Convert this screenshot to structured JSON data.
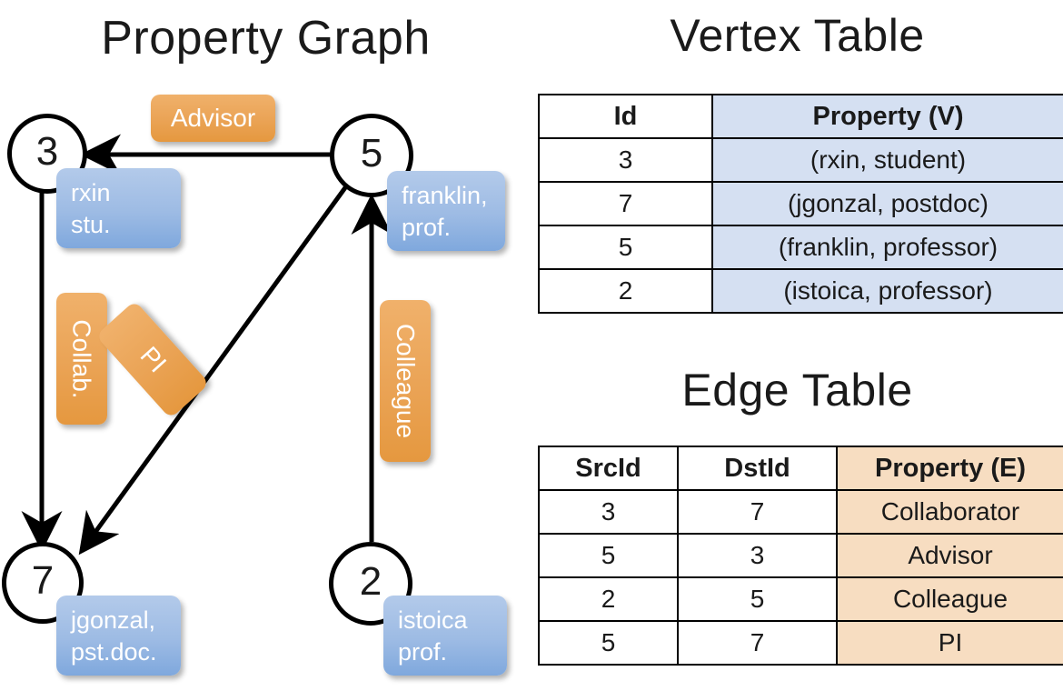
{
  "titles": {
    "property_graph": "Property Graph",
    "vertex_table": "Vertex Table",
    "edge_table": "Edge Table"
  },
  "colors": {
    "edge_label_orange": "#eaa355",
    "vertex_property_blue": "#9dbbe4",
    "vertex_table_fill": "#d5e0f2",
    "edge_table_fill": "#f7ddc1",
    "stroke": "#000000"
  },
  "graph": {
    "nodes": [
      {
        "id": "3",
        "property": "rxin\nstu."
      },
      {
        "id": "5",
        "property": "franklin,\nprof."
      },
      {
        "id": "7",
        "property": "jgonzal,\npst.doc."
      },
      {
        "id": "2",
        "property": "istoica\nprof."
      }
    ],
    "node_labels": {
      "n3": "3",
      "n5": "5",
      "n7": "7",
      "n2": "2"
    },
    "property_labels": {
      "rxin_line1": "rxin",
      "rxin_line2": "stu.",
      "franklin_line1": "franklin,",
      "franklin_line2": "prof.",
      "jgonzal_line1": "jgonzal,",
      "jgonzal_line2": "pst.doc.",
      "istoica_line1": "istoica",
      "istoica_line2": "prof."
    },
    "edge_labels": {
      "advisor": "Advisor",
      "collab": "Collab.",
      "pi": "PI",
      "colleague": "Colleague"
    },
    "edges": [
      {
        "src": "5",
        "dst": "3",
        "label": "Advisor"
      },
      {
        "src": "3",
        "dst": "7",
        "label": "Collab."
      },
      {
        "src": "5",
        "dst": "7",
        "label": "PI"
      },
      {
        "src": "2",
        "dst": "5",
        "label": "Colleague"
      }
    ]
  },
  "vertex_table": {
    "headers": [
      "Id",
      "Property (V)"
    ],
    "rows": [
      [
        "3",
        "(rxin, student)"
      ],
      [
        "7",
        "(jgonzal, postdoc)"
      ],
      [
        "5",
        "(franklin, professor)"
      ],
      [
        "2",
        "(istoica, professor)"
      ]
    ]
  },
  "edge_table": {
    "headers": [
      "SrcId",
      "DstId",
      "Property (E)"
    ],
    "rows": [
      [
        "3",
        "7",
        "Collaborator"
      ],
      [
        "5",
        "3",
        "Advisor"
      ],
      [
        "2",
        "5",
        "Colleague"
      ],
      [
        "5",
        "7",
        "PI"
      ]
    ]
  }
}
